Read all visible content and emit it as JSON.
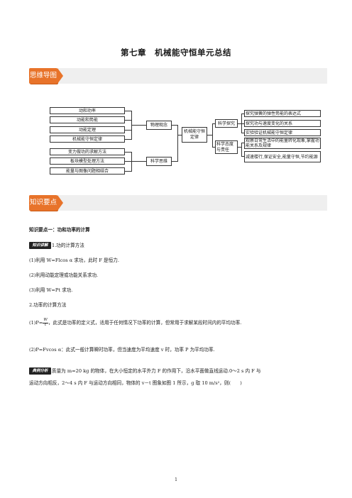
{
  "title": "第七章　机械能守恒单元总结",
  "section1_label": "思维导图",
  "section2_label": "知识要点",
  "mindmap": {
    "left_items": [
      "动和功率",
      "动能和势能",
      "动能定理",
      "机械能守恒定律"
    ],
    "left_items2": [
      "变力做功的求解方法",
      "板块模型处理方法",
      "能量与图像问题相结合"
    ],
    "node_physics": "物理观念",
    "node_thinking": "科学思维",
    "center": "机械能守恒定律",
    "node_explore": "科学探究",
    "node_attitude": "科学态度与责任",
    "explore_items": [
      "探究弹簧的弹性势能的表达式",
      "探究功与速度变化的关系",
      "实验验证机械能守恒定律"
    ],
    "attitude_items": [
      "观察日常生活中的能量转化现象,掌握功能关系及规律",
      "减速楼行,保证安全,能量守恒,节约能源"
    ]
  },
  "kp1_heading": "知识要点一：功和功率的计算",
  "tag_method": "知识讲解",
  "tag_example": "典例分析",
  "lines": {
    "l1": "1.功的计算方法",
    "l2": "(1)利用 W=Flcos α 求功，此时 F 是恒力.",
    "l3": "(2)利用动能定理或功能关系求功.",
    "l4": "(3)利用 W=Pt 求功.",
    "l5": "2.功率的计算方法",
    "l6_pre": "(1)P=",
    "l6_num": "W",
    "l6_den": "t",
    "l6_post": "，此式是功率的定义式，适用于任何情况下功率的计算，但常用于求解某段时间内的平均功率.",
    "l7": "(2)P=Fvcos α：此式一般计算瞬时功率，但当速度为平均速度 v 时，功率 P 为平均功率.",
    "l8": "质量为 m=20 kg 的物体，在大小恒定的水平外力 F 的作用下，沿水平面做直线运动.0～2 s 内 F 与",
    "l9": "运动方向相反，2～4 s 内 F 与运动方向相同，物体的 v－t 图象如图 1 所示，g 取 10 m/s²，则(　　)"
  },
  "page_number": "1"
}
